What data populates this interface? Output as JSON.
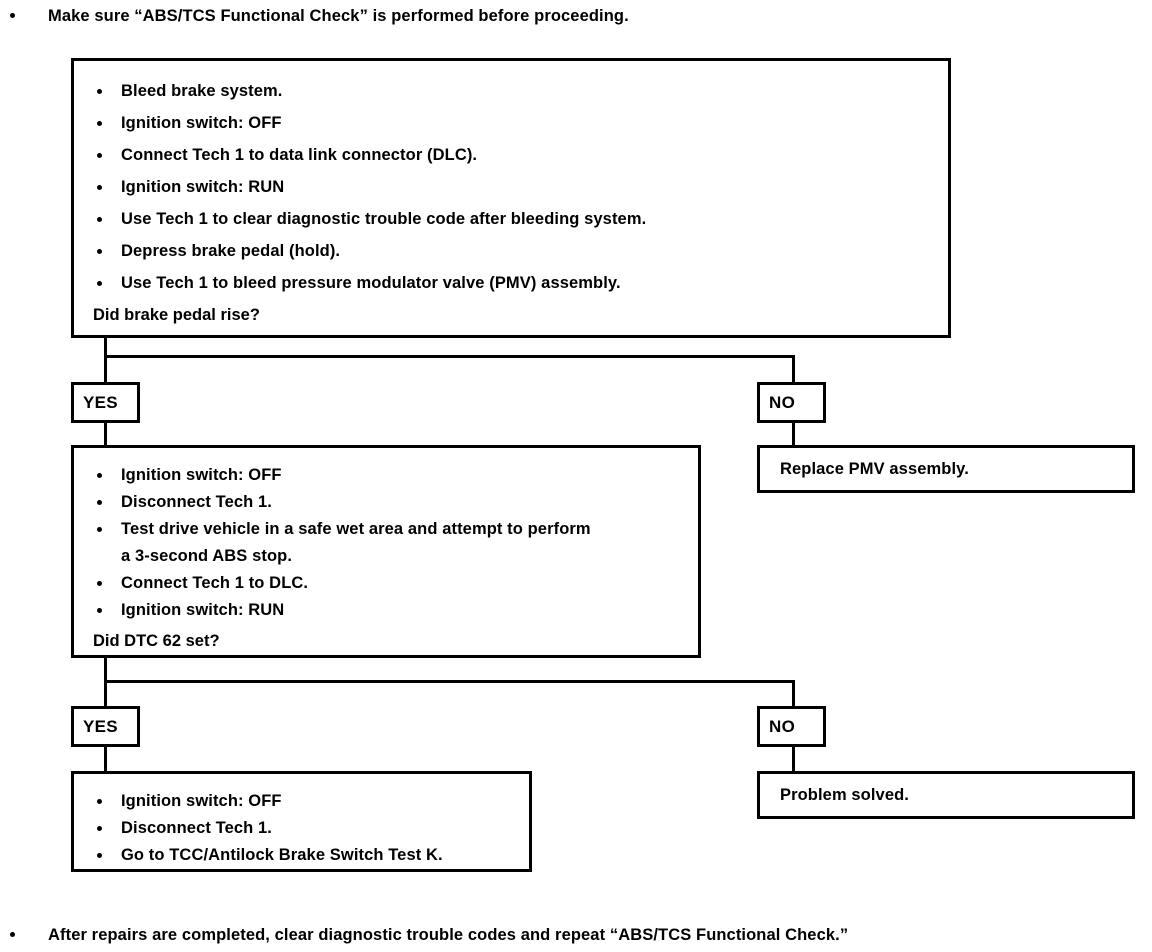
{
  "notes": {
    "top": "Make sure “ABS/TCS Functional Check” is performed before proceeding.",
    "bottom": "After repairs are completed, clear diagnostic trouble codes and repeat “ABS/TCS Functional Check.”"
  },
  "step1": {
    "items": [
      "Bleed brake system.",
      "Ignition switch:  OFF",
      "Connect Tech 1 to data link connector (DLC).",
      "Ignition switch:  RUN",
      "Use Tech 1 to clear diagnostic trouble code after bleeding system.",
      "Depress brake pedal (hold).",
      "Use Tech 1 to bleed pressure modulator valve (PMV) assembly."
    ],
    "question": "Did brake pedal rise?"
  },
  "decision1": {
    "yes_label": "YES",
    "no_label": "NO",
    "no_result": "Replace PMV assembly."
  },
  "step2": {
    "items": [
      "Ignition switch:  OFF",
      "Disconnect Tech 1.",
      "Test drive vehicle in a safe wet area and attempt to perform",
      "Connect Tech 1 to DLC.",
      "Ignition switch:  RUN"
    ],
    "item3_line2": "a 3-second ABS stop.",
    "question": "Did DTC 62 set?"
  },
  "decision2": {
    "yes_label": "YES",
    "no_label": "NO",
    "no_result": "Problem solved."
  },
  "step3": {
    "items": [
      "Ignition switch:  OFF",
      "Disconnect Tech 1.",
      "Go to TCC/Antilock Brake Switch Test K."
    ]
  },
  "colors": {
    "line": "#000000",
    "background": "#ffffff",
    "text": "#000000"
  }
}
